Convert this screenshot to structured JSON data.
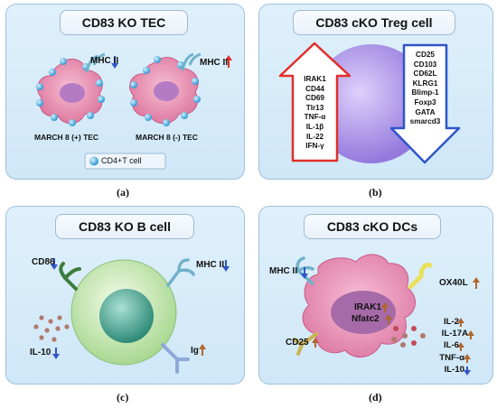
{
  "panels": {
    "a": {
      "title": "CD83 KO TEC",
      "mhc_label": "MHC II",
      "left_cell_label": "MARCH 8 (+) TEC",
      "right_cell_label": "MARCH 8 (-) TEC",
      "legend": "CD4+T cell",
      "caption": "(a)"
    },
    "b": {
      "title": "CD83 cKO Treg cell",
      "up_list": [
        "IRAK1",
        "CD44",
        "CD69",
        "Tlr13",
        "TNF-α",
        "IL-1β",
        "IL-22",
        "IFN-γ"
      ],
      "down_list": [
        "CD25",
        "CD103",
        "CD62L",
        "KLRG1",
        "Blimp-1",
        "Foxp3",
        "GATA",
        "smarcd3"
      ],
      "caption": "(b)"
    },
    "c": {
      "title": "CD83 KO B cell",
      "cd86": "CD86",
      "mhc": "MHC II",
      "il10": "IL-10",
      "ig": "Ig",
      "caption": "(c)"
    },
    "d": {
      "title": "CD83 cKO DCs",
      "mhc": "MHC II",
      "ox40l": "OX40L",
      "irak1": "IRAK1",
      "nfatc2": "Nfatc2",
      "cd25": "CD25",
      "cytokines": [
        "IL-2",
        "IL-17A",
        "IL-6",
        "TNF-α",
        "IL-10"
      ],
      "caption": "(d)"
    }
  },
  "colors": {
    "up_arrow": "#e0302a",
    "down_arrow": "#2f55c9",
    "cell_pink": "#e981a6",
    "treg_purple": "#a68be6",
    "bcell_green": "#bfe3a8"
  }
}
